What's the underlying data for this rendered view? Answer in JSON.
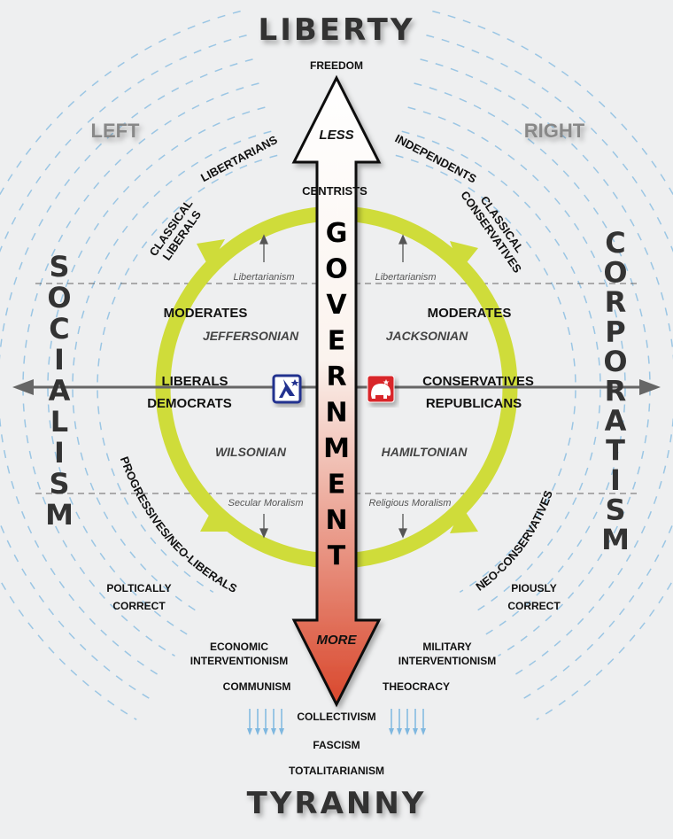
{
  "title_top": "LIBERTY",
  "title_bottom": "TYRANNY",
  "freedom": "FREEDOM",
  "left": "LEFT",
  "right": "RIGHT",
  "left_axis": "SOCIALISM",
  "right_axis": "CORPORATISM",
  "government": "GOVERNMENT",
  "less": "LESS",
  "more": "MORE",
  "upper": {
    "libertarians": "LIBERTARIANS",
    "centrists": "CENTRISTS",
    "independents": "INDEPENDENTS",
    "classical_liberals": [
      "CLASSICAL",
      "LIBERALS"
    ],
    "classical_conservatives": [
      "CLASSICAL",
      "CONSERVATIVES"
    ],
    "libertarianism_left": "Libertarianism",
    "libertarianism_right": "Libertarianism"
  },
  "left_quadrant": {
    "moderates": "MODERATES",
    "jeffersonian": "JEFFERSONIAN",
    "liberals": "LIBERALS",
    "democrats": "DEMOCRATS",
    "wilsonian": "WILSONIAN",
    "secular_moralism": "Secular Moralism"
  },
  "right_quadrant": {
    "moderates": "MODERATES",
    "jacksonian": "JACKSONIAN",
    "conservatives": "CONSERVATIVES",
    "republicans": "REPUBLICANS",
    "hamiltonian": "HAMILTONIAN",
    "religious_moralism": "Religious Moralism"
  },
  "lower": {
    "progressives": "PROGRESSIVES/NEO-LIBERALS",
    "neo_conservatives": "NEO-CONSERVATIVES",
    "politically_correct": [
      "POLTICALLY",
      "CORRECT"
    ],
    "piously_correct": [
      "PIOUSLY",
      "CORRECT"
    ],
    "economic_interventionism": [
      "ECONOMIC",
      "INTERVENTIONISM"
    ],
    "military_interventionism": [
      "MILITARY",
      "INTERVENTIONISM"
    ],
    "communism": "COMMUNISM",
    "theocracy": "THEOCRACY",
    "collectivism": "COLLECTIVISM",
    "fascism": "FASCISM",
    "totalitarianism": "TOTALITARIANISM"
  },
  "colors": {
    "circle": "#cfdc3a",
    "democrat": "#22308f",
    "republican": "#d8262a",
    "arrow_top": "#ffffff",
    "arrow_bottom": "#d9472c",
    "dash": "#7fb8e0"
  }
}
